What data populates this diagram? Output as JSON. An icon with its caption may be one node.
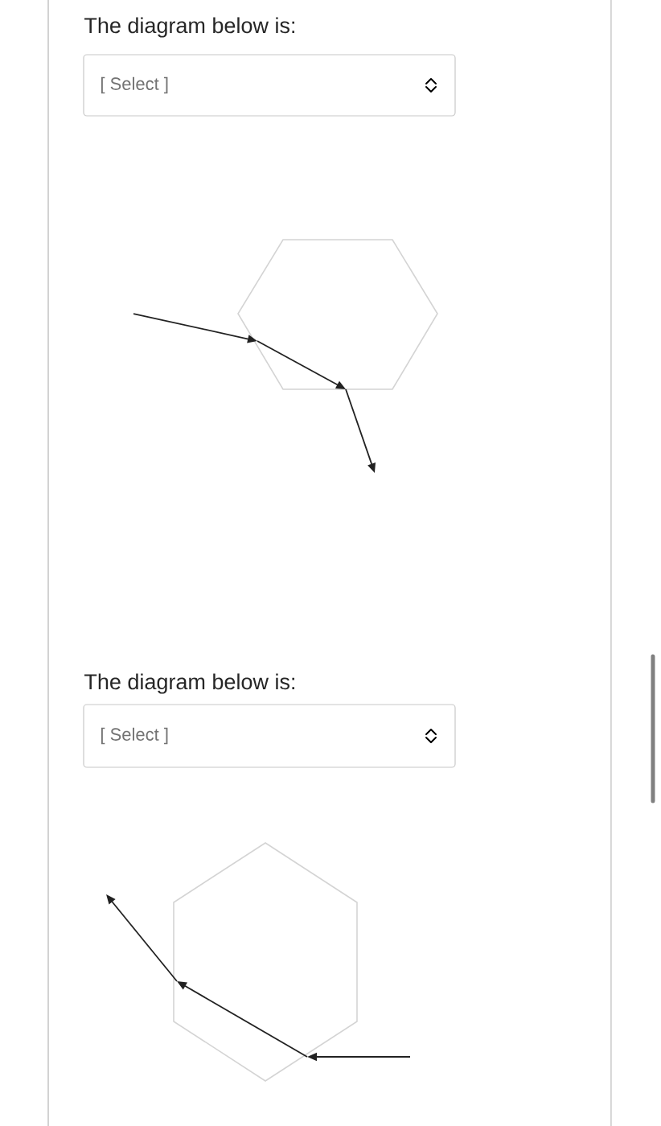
{
  "diagram": {
    "nodes": [
      {
        "text": [
          "[ Select ]"
        ]
      },
      {
        "text": [
          "[ Select ]"
        ]
      }
    ],
    "labels": [
      "The diagram below is:",
      "The diagram below is:"
    ]
  }
}
